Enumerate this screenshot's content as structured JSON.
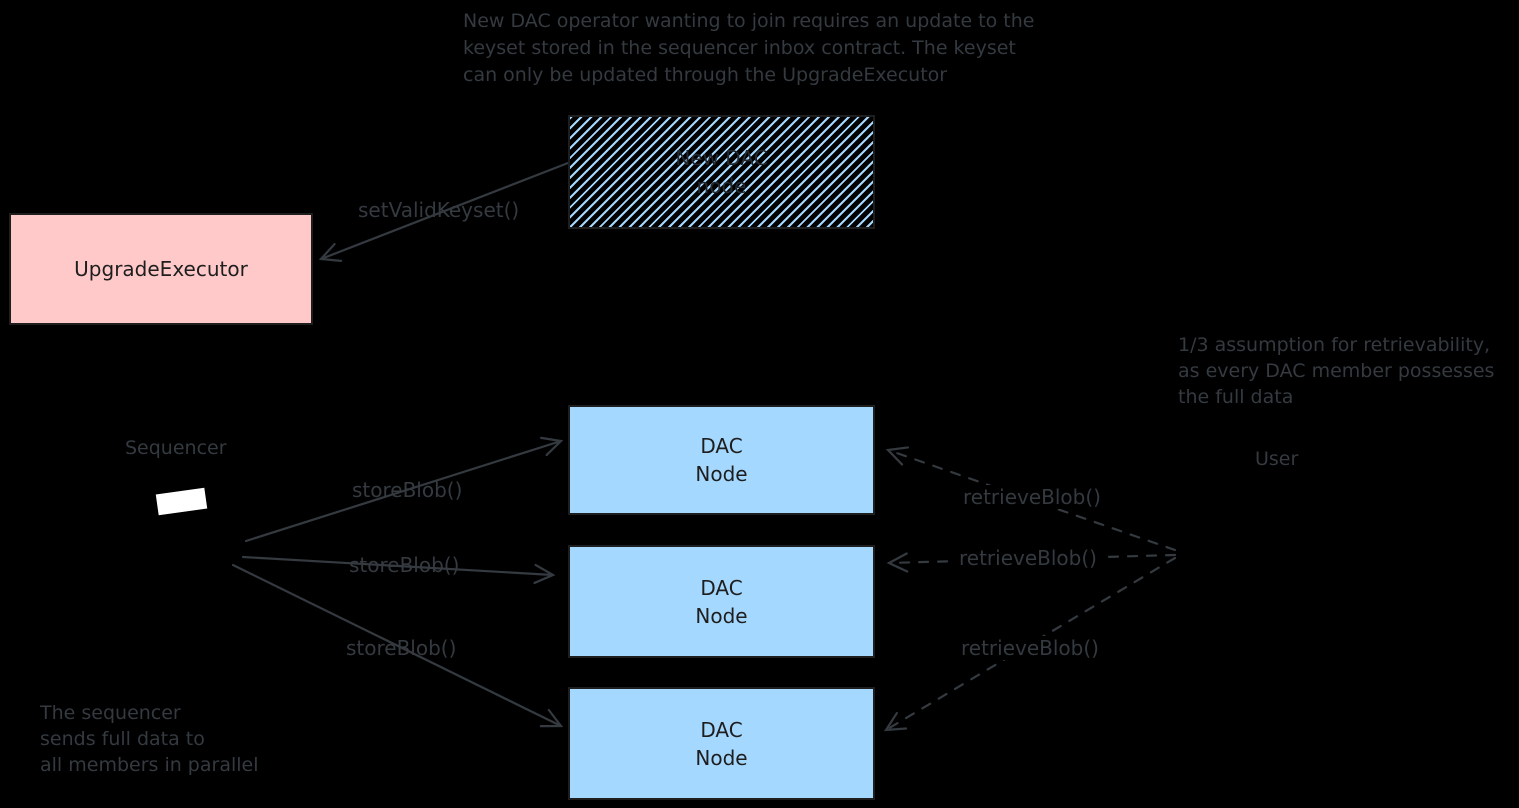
{
  "colors": {
    "background": "#000000",
    "box_border": "#1e1e1e",
    "upgrade_executor_fill": "#ffc9c9",
    "dac_node_fill": "#a5d8ff",
    "stroke_and_label_text": "#343a40",
    "laptop_fill": "#ffffff"
  },
  "top_note": {
    "lines": [
      "New DAC operator wanting to join requires an update to the",
      "keyset stored in the sequencer inbox contract. The keyset",
      "can only be updated through the UpgradeExecutor"
    ]
  },
  "boxes": {
    "new_dac_node": {
      "lines": [
        "New DAC",
        "node"
      ]
    },
    "upgrade_executor": {
      "label": "UpgradeExecutor"
    },
    "dac_node": {
      "lines": [
        "DAC",
        "Node"
      ]
    }
  },
  "actors": {
    "sequencer": "Sequencer",
    "user": "User"
  },
  "edge_labels": {
    "set_valid_keyset": "setValidKeyset()",
    "store_blob": "storeBlob()",
    "retrieve_blob": "retrieveBlob()"
  },
  "assumption_note": {
    "lines": [
      "1/3 assumption for retrievability,",
      "as every DAC member possesses",
      "the full data"
    ]
  },
  "sequencer_note": {
    "lines": [
      "The sequencer",
      "sends full data to",
      "all members in parallel"
    ]
  }
}
